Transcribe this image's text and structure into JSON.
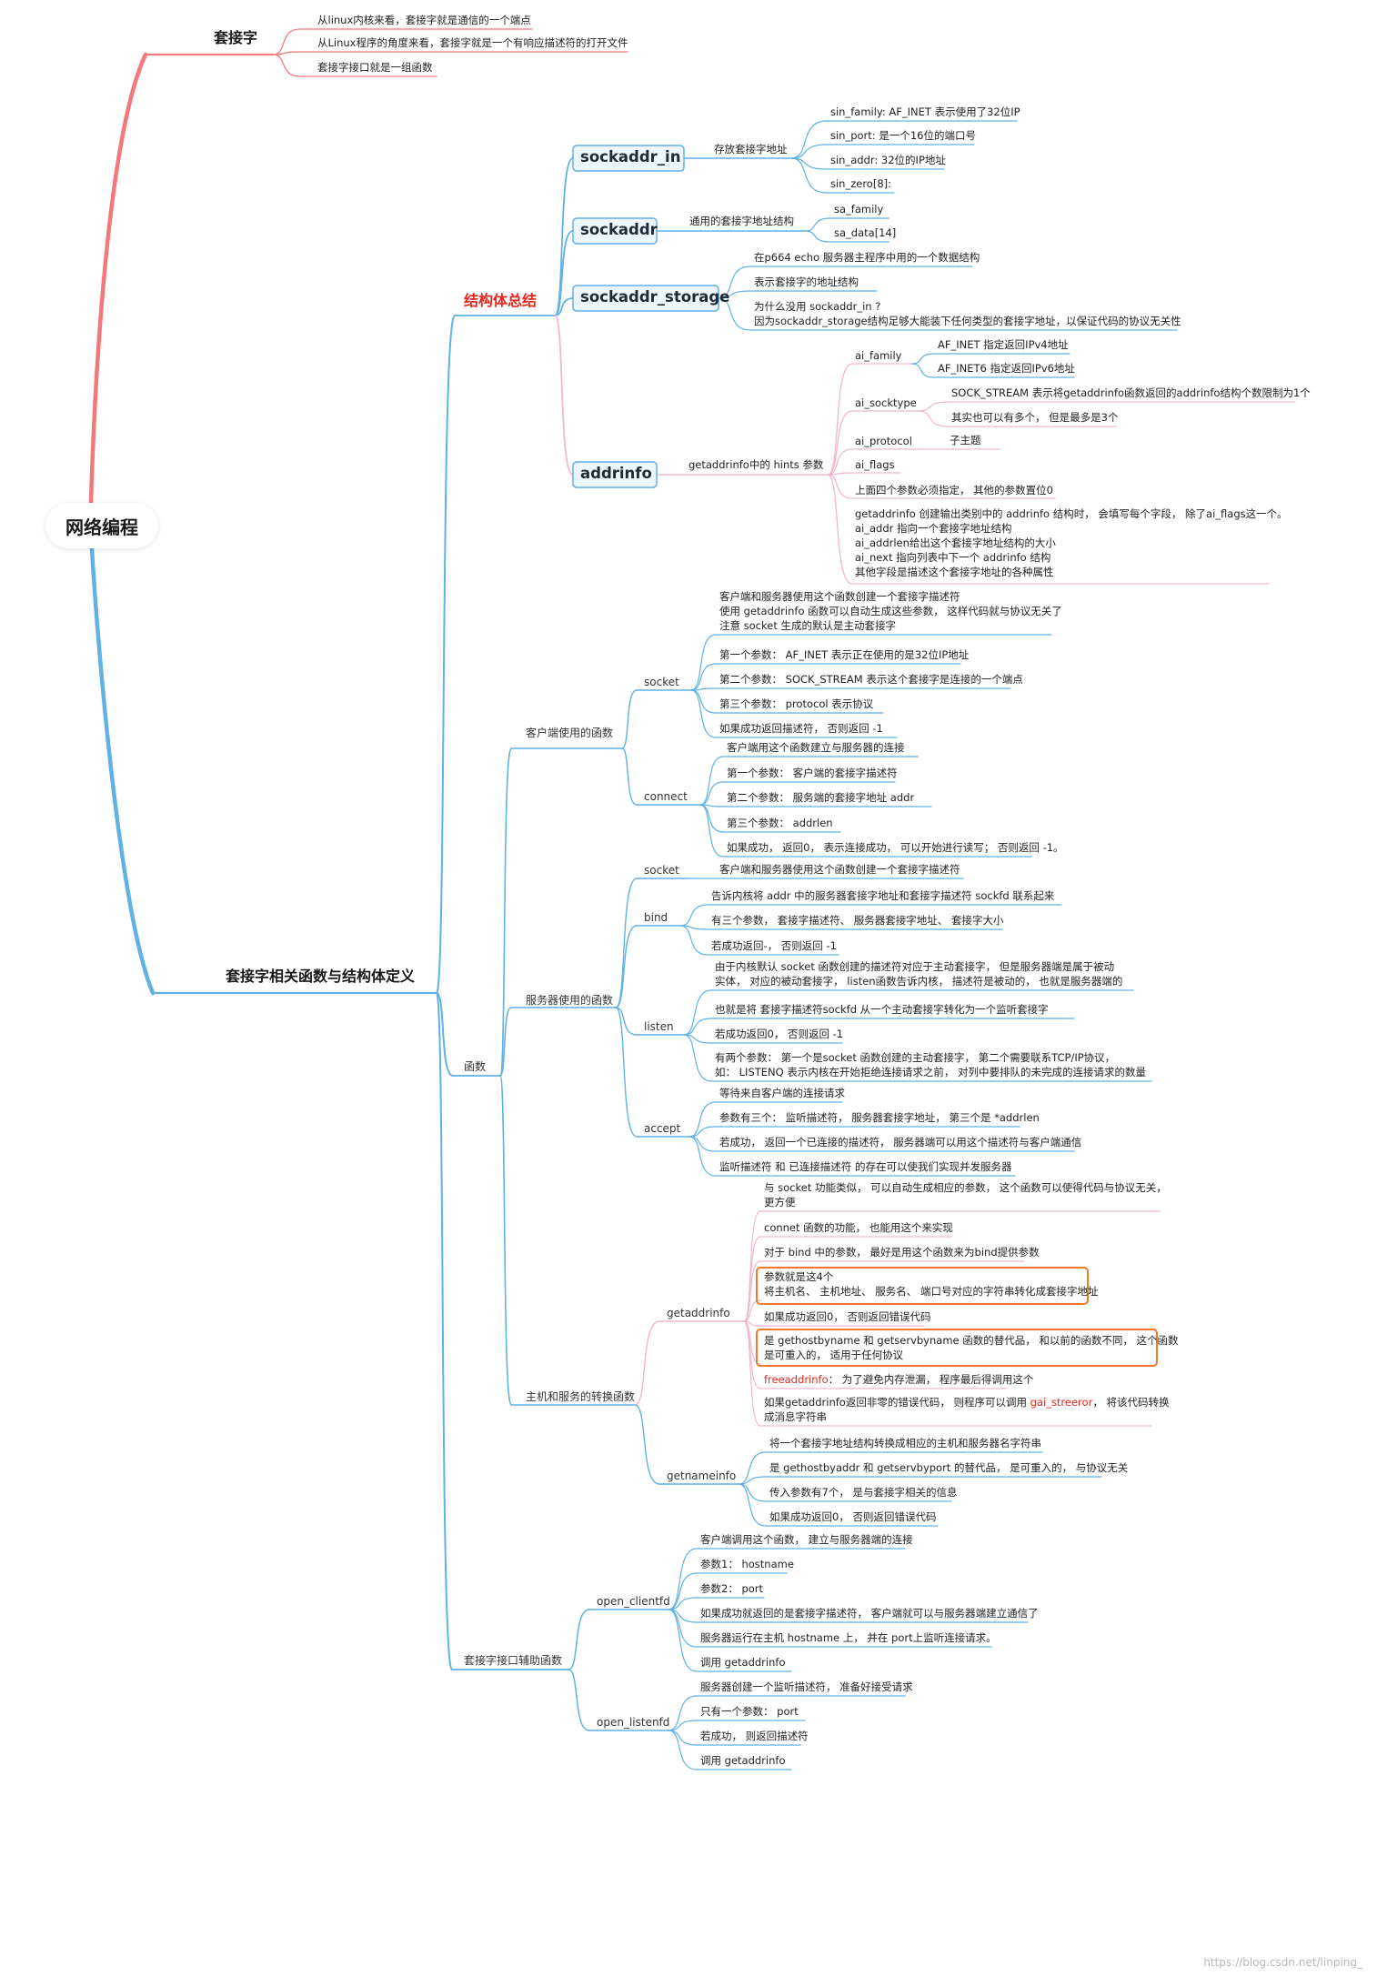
{
  "root": "网络编程",
  "watermark": "https://blog.csdn.net/linping_",
  "colors": {
    "red": "#f4787a",
    "blue": "#5fb1e6",
    "pink": "#f0b7d0",
    "orange": "#f07a2c",
    "box_bg": "#eef6fd"
  },
  "branches": {
    "socket": {
      "label": "套接字",
      "items": [
        "从linux内核来看，套接字就是通信的一个端点",
        "从Linux程序的角度来看，套接字就是一个有响应描述符的打开文件",
        "套接字接口就是一组函数"
      ]
    },
    "defs": {
      "label": "套接字相关函数与结构体定义",
      "struct_summary": {
        "label": "结构体总结",
        "sockaddr_in": {
          "label": "sockaddr_in",
          "desc": "存放套接字地址",
          "fields": [
            "sin_family:   AF_INET 表示使用了32位IP",
            "sin_port:   是一个16位的端口号",
            "sin_addr:   32位的IP地址",
            "sin_zero[8]:"
          ]
        },
        "sockaddr": {
          "label": "sockaddr",
          "desc": "通用的套接字地址结构",
          "fields": [
            "sa_family",
            "sa_data[14]"
          ]
        },
        "sockaddr_storage": {
          "label": "sockaddr_storage",
          "items": [
            "在p664 echo 服务器主程序中用的一个数据结构",
            "表示套接字的地址结构",
            "为什么没用  sockaddr_in ?\n因为sockaddr_storage结构足够大能装下任何类型的套接字地址，以保证代码的协议无关性"
          ]
        },
        "addrinfo": {
          "label": "addrinfo",
          "desc": "getaddrinfo中的  hints  参数",
          "ai_family": {
            "label": "ai_family",
            "items": [
              "AF_INET  指定返回IPv4地址",
              "AF_INET6  指定返回IPv6地址"
            ]
          },
          "ai_socktype": {
            "label": "ai_socktype",
            "items": [
              "SOCK_STREAM 表示将getaddrinfo函数返回的addrinfo结构个数限制为1个",
              "其实也可以有多个，  但是最多是3个"
            ]
          },
          "ai_protocol": {
            "label": "ai_protocol",
            "items": [
              "子主题"
            ]
          },
          "ai_flags": "ai_flags",
          "note1": "上面四个参数必须指定，  其他的参数置位0",
          "note2": "getaddrinfo  创建输出类别中的 addrinfo 结构时，  会填写每个字段，  除了ai_flags这一个。\nai_addr  指向一个套接字地址结构\nai_addrlen给出这个套接字地址结构的大小\nai_next  指向列表中下一个  addrinfo  结构\n其他字段是描述这个套接字地址的各种属性"
        }
      },
      "functions": {
        "label": "函数",
        "client": {
          "label": "客户端使用的函数",
          "socket": {
            "label": "socket",
            "items": [
              "客户端和服务器使用这个函数创建一个套接字描述符\n使用  getaddrinfo  函数可以自动生成这些参数，  这样代码就与协议无关了\n注意  socket  生成的默认是主动套接字",
              "第一个参数：  AF_INET  表示正在使用的是32位IP地址",
              "第二个参数：  SOCK_STREAM  表示这个套接字是连接的一个端点",
              "第三个参数：  protocol  表示协议",
              "如果成功返回描述符，  否则返回  -1"
            ]
          },
          "connect": {
            "label": "connect",
            "items": [
              "客户端用这个函数建立与服务器的连接",
              "第一个参数：  客户端的套接字描述符",
              "第二个参数：  服务端的套接字地址  addr",
              "第三个参数：  addrlen",
              "如果成功，  返回0，  表示连接成功，  可以开始进行读写；  否则返回  -1。"
            ]
          }
        },
        "server": {
          "label": "服务器使用的函数",
          "socket": {
            "label": "socket",
            "items": [
              "客户端和服务器使用这个函数创建一个套接字描述符"
            ]
          },
          "bind": {
            "label": "bind",
            "items": [
              "告诉内核将  addr  中的服务器套接字地址和套接字描述符  sockfd  联系起来",
              "有三个参数，  套接字描述符、  服务器套接字地址、  套接字大小",
              "若成功返回-，  否则返回  -1"
            ]
          },
          "listen": {
            "label": "listen",
            "items": [
              "由于内核默认  socket  函数创建的描述符对应于主动套接字，  但是服务器端是属于被动\n实体，  对应的被动套接字，  listen函数告诉内核，  描述符是被动的，  也就是服务器端的",
              "也就是将  套接字描述符sockfd  从一个主动套接字转化为一个监听套接字",
              "若成功返回0，  否则返回  -1",
              "有两个参数：  第一个是socket  函数创建的主动套接字，  第二个需要联系TCP/IP协议，\n如：  LISTENQ  表示内核在开始拒绝连接请求之前，  对列中要排队的未完成的连接请求的数量"
            ]
          },
          "accept": {
            "label": "accept",
            "items": [
              "等待来自客户端的连接请求",
              "参数有三个：  监听描述符，  服务器套接字地址，  第三个是  *addrlen",
              "若成功，  返回一个已连接的描述符，  服务器端可以用这个描述符与客户端通信",
              "监听描述符  和  已连接描述符  的存在可以使我们实现并发服务器"
            ]
          }
        },
        "conversion": {
          "label": "主机和服务的转换函数",
          "getaddrinfo": {
            "label": "getaddrinfo",
            "items": [
              "与  socket  功能类似，  可以自动生成相应的参数，  这个函数可以使得代码与协议无关，\n更方便",
              "connet  函数的功能，  也能用这个来实现",
              "对于  bind  中的参数，  最好是用这个函数来为bind提供参数",
              "参数就是这4个\n将主机名、  主机地址、  服务名、  端口号对应的字符串转化成套接字地址",
              "如果成功返回0，  否则返回错误代码",
              "是  gethostbyname  和  getservbyname  函数的替代品，  和以前的函数不同，  这个函数\n是可重入的，  适用于任何协议",
              "freeaddrinfo：  为了避免内存泄漏，  程序最后得调用这个",
              "如果getaddrinfo返回非零的错误代码，  则程序可以调用  gai_streeror，  将该代码转换\n成消息字符串"
            ],
            "freeaddrinfo": "freeaddrinfo",
            "gai": "gai_streeror"
          },
          "getnameinfo": {
            "label": "getnameinfo",
            "items": [
              "将一个套接字地址结构转换成相应的主机和服务器名字符串",
              "是  gethostbyaddr  和  getservbyport  的替代品，  是可重入的，  与协议无关",
              "传入参数有7个，  是与套接字相关的信息",
              "如果成功返回0，  否则返回错误代码"
            ]
          }
        },
        "helper": {
          "label": "套接字接口辅助函数",
          "open_clientfd": {
            "label": "open_clientfd",
            "items": [
              "客户端调用这个函数，  建立与服务器端的连接",
              "参数1：  hostname",
              "参数2：  port",
              "如果成功就返回的是套接字描述符，  客户端就可以与服务器端建立通信了",
              "服务器运行在主机  hostname  上，  并在  port上监听连接请求。",
              "调用  getaddrinfo"
            ]
          },
          "open_listenfd": {
            "label": "open_listenfd",
            "items": [
              "服务器创建一个监听描述符，  准备好接受请求",
              "只有一个参数：  port",
              "若成功，  则返回描述符",
              "调用  getaddrinfo"
            ]
          }
        }
      }
    }
  }
}
